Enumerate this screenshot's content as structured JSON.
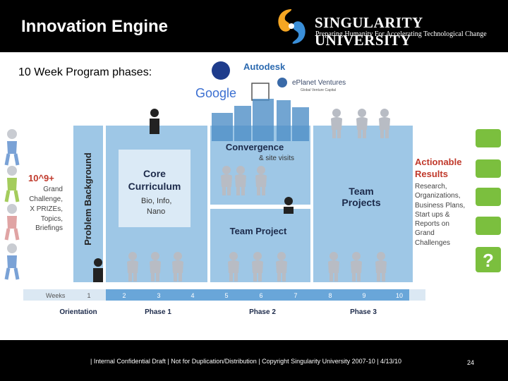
{
  "header": {
    "title": "Innovation Engine",
    "org_name": "SINGULARITY UNIVERSITY",
    "org_tagline": "Preparing Humanity For Accelerating Technological Change"
  },
  "subtitle": "10 Week Program phases:",
  "partners": [
    "Autodesk",
    "Google",
    "ePlanet Ventures",
    "Global Venture Capital"
  ],
  "left_panel": {
    "headline": "10^9+",
    "lines": [
      "Grand",
      "Challenge,",
      "X PRIZEs,",
      "Topics,",
      "Briefings"
    ]
  },
  "problem_background": "Problem Background",
  "core_curriculum": {
    "title_line1": "Core",
    "title_line2": "Curriculum",
    "topics": [
      "Bio, Info,",
      "Nano"
    ]
  },
  "convergence": {
    "title": "Convergence",
    "sub": "& site visits"
  },
  "team_project": "Team Project",
  "team_projects": {
    "line1": "Team",
    "line2": "Projects"
  },
  "results": {
    "title_line1": "Actionable",
    "title_line2": "Results",
    "lines": [
      "Research,",
      "Organizations,",
      "Business Plans,",
      "Start ups &",
      "Reports on",
      "Grand",
      "Challenges"
    ]
  },
  "timeline": {
    "weeks_label": "Weeks",
    "weeks": [
      "1",
      "2",
      "3",
      "4",
      "5",
      "6",
      "7",
      "8",
      "9",
      "10"
    ],
    "phases": [
      "Orientation",
      "Phase 1",
      "Phase 2",
      "Phase 3"
    ]
  },
  "footer": {
    "text": "| Internal Confidential Draft | Not for Duplication/Distribution | Copyright Singularity University 2007-10 | 4/13/10",
    "page": "24"
  },
  "colors": {
    "panel_blue": "#9ec7e6",
    "panel_light": "#dbeaf6",
    "accent_red": "#c0392b",
    "dark_blue": "#2c3e70"
  }
}
